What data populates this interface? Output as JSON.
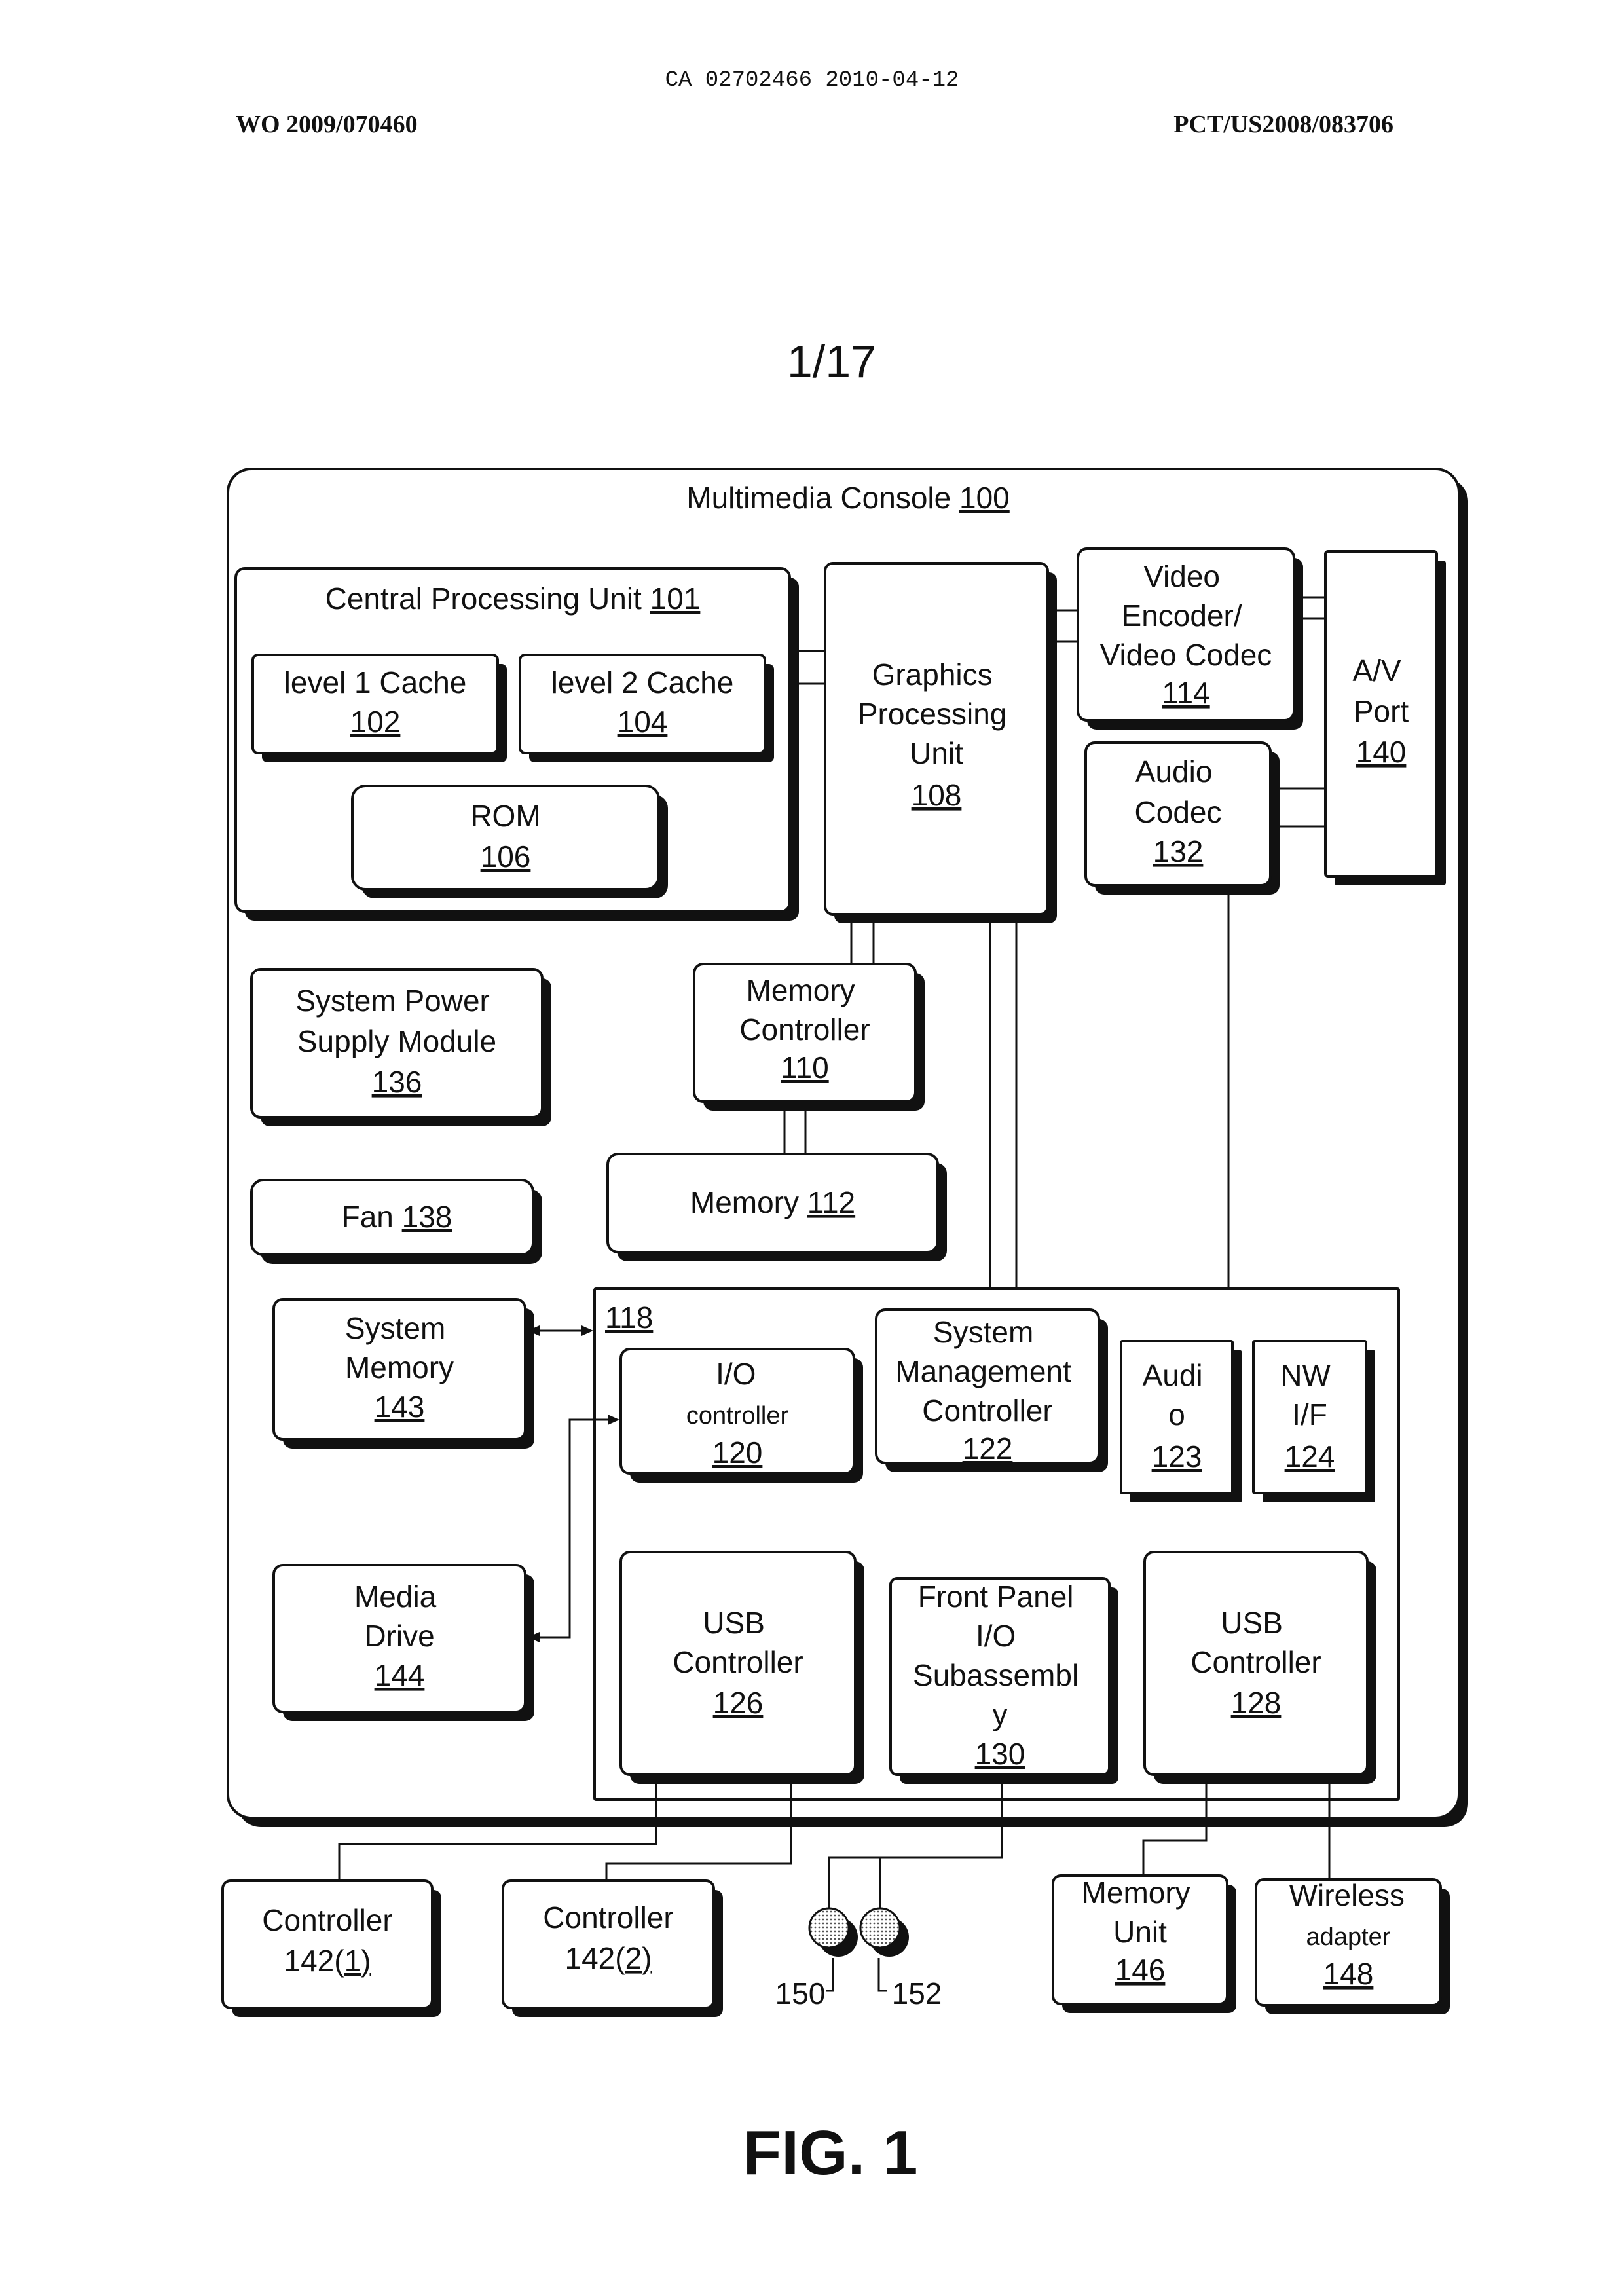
{
  "header": {
    "ca_line": "CA 02702466 2010-04-12",
    "wo_number": "WO 2009/070460",
    "pct_number": "PCT/US2008/083706",
    "sheet": "1/17"
  },
  "console": {
    "label": "Multimedia Console",
    "ref": "100"
  },
  "blocks": {
    "cpu": {
      "label": "Central Processing Unit",
      "ref": "101"
    },
    "l1": {
      "label": "level 1 Cache",
      "ref": "102"
    },
    "l2": {
      "label": "level 2 Cache",
      "ref": "104"
    },
    "rom": {
      "label": "ROM",
      "ref": "106"
    },
    "gpu": {
      "lines": [
        "Graphics",
        "Processing",
        "Unit"
      ],
      "ref": "108"
    },
    "video": {
      "lines": [
        "Video",
        "Encoder/",
        "Video Codec"
      ],
      "ref": "114"
    },
    "av": {
      "lines": [
        "A/V",
        "Port"
      ],
      "ref": "140"
    },
    "audio_codec": {
      "lines": [
        "Audio",
        "Codec"
      ],
      "ref": "132"
    },
    "power": {
      "lines": [
        "System Power",
        "Supply Module"
      ],
      "ref": "136"
    },
    "memctl": {
      "lines": [
        "Memory",
        "Controller"
      ],
      "ref": "110"
    },
    "fan": {
      "label": "Fan",
      "ref": "138"
    },
    "memory": {
      "label": "Memory",
      "ref": "112"
    },
    "sysmem": {
      "lines": [
        "System",
        "Memory"
      ],
      "ref": "143"
    },
    "media": {
      "lines": [
        "Media",
        "Drive"
      ],
      "ref": "144"
    },
    "sub_ref": "118",
    "io": {
      "lines": [
        "I/O",
        "controller"
      ],
      "ref": "120"
    },
    "smc": {
      "lines": [
        "System",
        "Management",
        "Controller"
      ],
      "ref": "122"
    },
    "audio": {
      "lines": [
        "Audi",
        "o"
      ],
      "ref": "123"
    },
    "nw": {
      "lines": [
        "NW",
        "I/F"
      ],
      "ref": "124"
    },
    "usb1": {
      "lines": [
        "USB",
        "Controller"
      ],
      "ref": "126"
    },
    "front": {
      "lines": [
        "Front Panel",
        "I/O",
        "Subassembl",
        "y"
      ],
      "ref": "130"
    },
    "usb2": {
      "lines": [
        "USB",
        "Controller"
      ],
      "ref": "128"
    },
    "ctrl1": {
      "label": "Controller",
      "ref_prefix": "142(",
      "ref_num": "1",
      "ref_suffix": ")"
    },
    "ctrl2": {
      "label": "Controller",
      "ref_prefix": "142(",
      "ref_num": "2",
      "ref_suffix": ")"
    },
    "memunit": {
      "lines": [
        "Memory",
        "Unit"
      ],
      "ref": "146"
    },
    "wireless": {
      "lines": [
        "Wireless",
        "adapter"
      ],
      "ref": "148"
    }
  },
  "leds": {
    "left": "150",
    "right": "152"
  },
  "figure": "FIG. 1"
}
